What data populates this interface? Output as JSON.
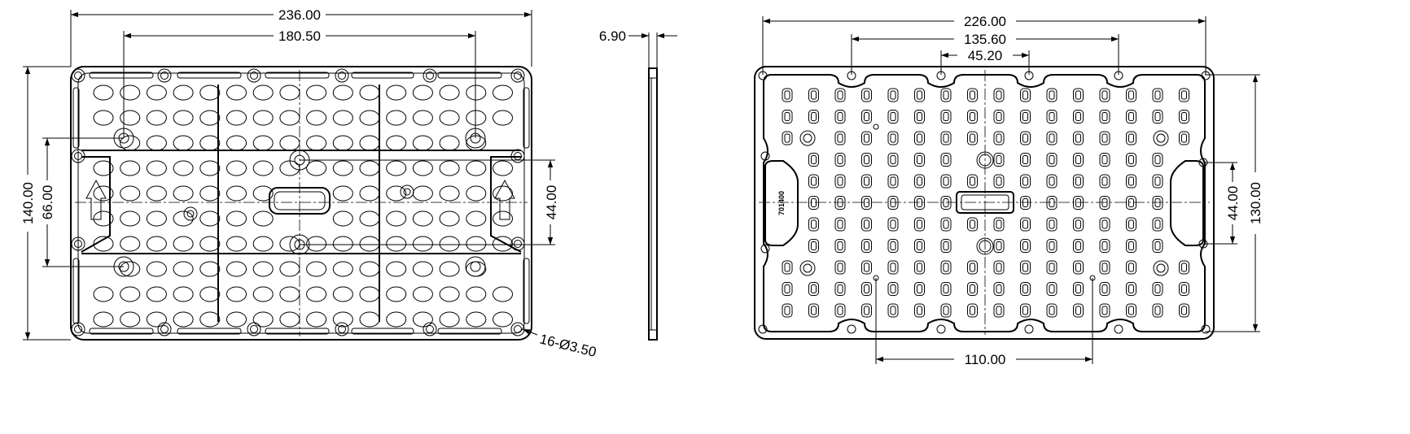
{
  "drawing": {
    "front_view": {
      "dimensions": {
        "overall_width": "236.00",
        "inner_width": "180.50",
        "overall_height": "140.00",
        "inner_height": "66.00",
        "center_height": "44.00",
        "holes": "16-Ø3.50"
      }
    },
    "side_view": {
      "dimensions": {
        "thickness": "6.90"
      }
    },
    "back_view": {
      "part_number": "701400",
      "dimensions": {
        "overall_width": "226.00",
        "width_135": "135.60",
        "width_45": "45.20",
        "bottom_width": "110.00",
        "center_height": "44.00",
        "overall_height": "130.00"
      }
    }
  },
  "colors": {
    "line": "#000000",
    "background": "#ffffff"
  }
}
